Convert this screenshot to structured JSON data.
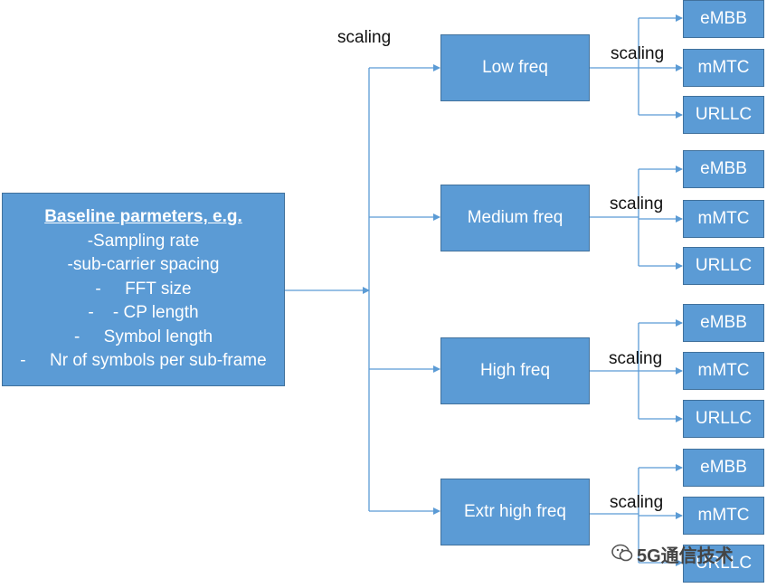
{
  "baseline": {
    "title": "Baseline parmeters, e.g.",
    "lines": [
      "-Sampling rate",
      "-sub-carrier spacing",
      "-     FFT size",
      "-    - CP length",
      "-     Symbol length",
      "-     Nr of symbols per sub-frame"
    ]
  },
  "scaling_label": "scaling",
  "frequencies": [
    {
      "label": "Low freq",
      "services": [
        "eMBB",
        "mMTC",
        "URLLC"
      ]
    },
    {
      "label": "Medium freq",
      "services": [
        "eMBB",
        "mMTC",
        "URLLC"
      ]
    },
    {
      "label": "High freq",
      "services": [
        "eMBB",
        "mMTC",
        "URLLC"
      ]
    },
    {
      "label": "Extr high freq",
      "services": [
        "eMBB",
        "mMTC",
        "URLLC"
      ]
    }
  ],
  "watermark": "5G通信技术",
  "colors": {
    "box_fill": "#5b9bd5",
    "box_border": "#41719c",
    "connector": "#5b9bd5",
    "text_on_box": "#ffffff"
  }
}
